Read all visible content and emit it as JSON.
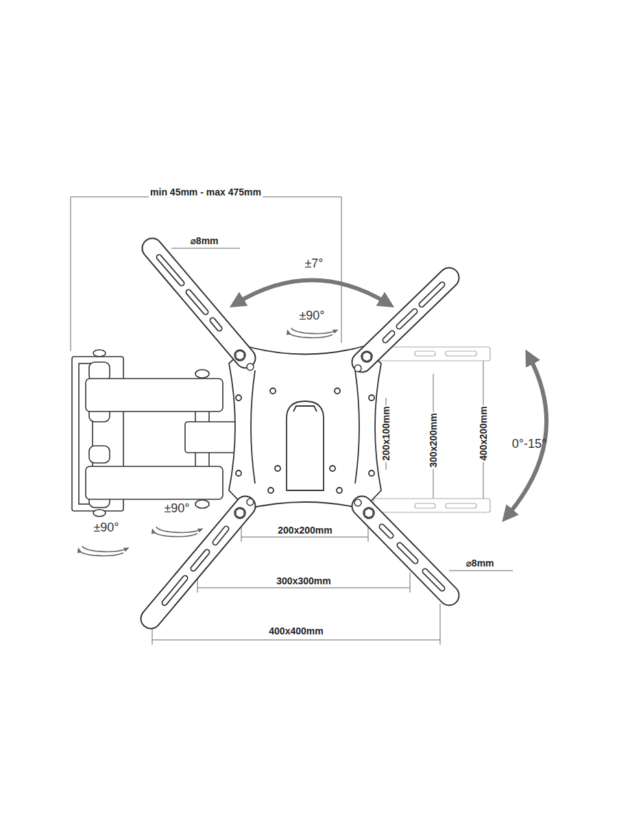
{
  "diagram": {
    "labels": [
      "min 45mm - max 475mm",
      "⌀8mm",
      "±7°",
      "±90°",
      "200x100mm",
      "300x200mm",
      "400x200mm",
      "0°-15°",
      "±90°",
      "±90°",
      "200x200mm",
      "⌀8mm",
      "300x300mm",
      "400x400mm"
    ]
  }
}
